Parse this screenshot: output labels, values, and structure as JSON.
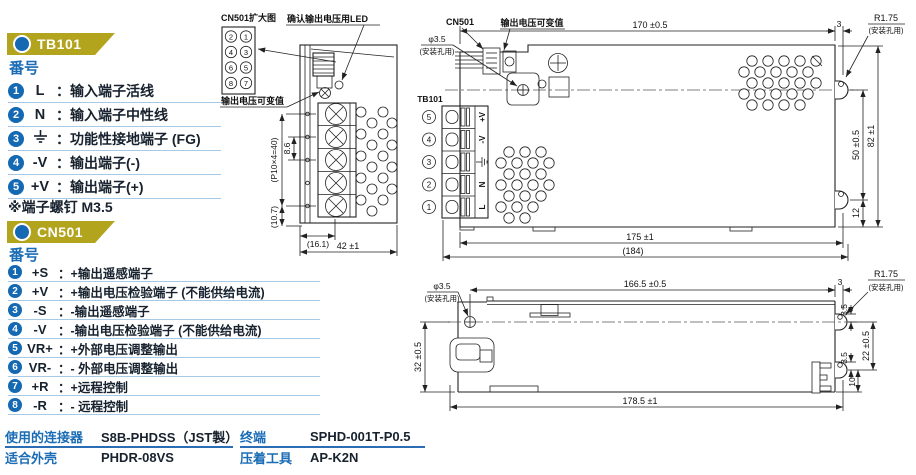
{
  "ui": {
    "colon": "："
  },
  "tb101_section": {
    "header": "TB101",
    "list_title": "番号",
    "items": [
      {
        "num": "1",
        "code": "L",
        "desc": "输入端子活线"
      },
      {
        "num": "2",
        "code": "N",
        "desc": "输入端子中性线"
      },
      {
        "num": "3",
        "code": "",
        "icon": "earth-ground",
        "desc": "功能性接地端子 (FG)"
      },
      {
        "num": "4",
        "code": "-V",
        "desc": "输出端子(-)"
      },
      {
        "num": "5",
        "code": "+V",
        "desc": "输出端子(+)"
      }
    ],
    "note": "※端子螺钉 M3.5"
  },
  "cn501_section": {
    "header": "CN501",
    "list_title": "番号",
    "items": [
      {
        "num": "1",
        "code": "+S",
        "desc": "+输出遥感端子"
      },
      {
        "num": "2",
        "code": "+V",
        "desc": "+输出电压检验端子 (不能供给电流)"
      },
      {
        "num": "3",
        "code": "-S",
        "desc": "-输出遥感端子"
      },
      {
        "num": "4",
        "code": "-V",
        "desc": "-输出电压检验端子 (不能供给电流)"
      },
      {
        "num": "5",
        "code": "VR+",
        "desc": "+外部电压调整输出"
      },
      {
        "num": "6",
        "code": "VR-",
        "desc": "- 外部电压调整输出"
      },
      {
        "num": "7",
        "code": "+R",
        "desc": "+远程控制"
      },
      {
        "num": "8",
        "code": "-R",
        "desc": "- 远程控制"
      }
    ]
  },
  "connector_table": {
    "col1": [
      {
        "label": "使用的连接器",
        "value": "S8B-PHDSS（JST製）"
      },
      {
        "label": "适合外壳",
        "value": "PHDR-08VS"
      }
    ],
    "col2": [
      {
        "label": "终端",
        "value": "SPHD-001T-P0.5"
      },
      {
        "label": "压着工具",
        "value": "AP-K2N"
      }
    ]
  },
  "diagram": {
    "cn501_enlarged_title": "CN501扩大图",
    "cn501_pins": [
      "2",
      "1",
      "4",
      "3",
      "6",
      "5",
      "8",
      "7"
    ],
    "led_label": "确认输出电压用LED",
    "vout_label_side": "输出电压可变值",
    "vout_label_top": "输出电压可变值",
    "cn501_label": "CN501",
    "tb101_label": "TB101",
    "tb101_pin_numbers": [
      "5",
      "4",
      "3",
      "2",
      "1"
    ],
    "terminal_labels": [
      "+V",
      "-V",
      "",
      "N",
      "L"
    ],
    "phi_label": "φ3.5",
    "mount_hole_note": "(安装孔用)",
    "r_label": "R1.75",
    "dims_side": {
      "pitch": "(P10×4=40)",
      "p86": "8.6",
      "p107": "(10.7)",
      "w161": "(16.1)",
      "w42": "42 ±1"
    },
    "dims_top": {
      "w170": "170 ±0.5",
      "d3": "3",
      "h82": "82 ±1",
      "h50": "50 ±0.5",
      "h12": "12",
      "w175": "175 ±1",
      "w184": "(184)"
    },
    "dims_bottom": {
      "w1665": "166.5 ±0.5",
      "d3": "3",
      "h32": "32 ±0.5",
      "d35a": "3.5",
      "h22": "22 ±0.5",
      "d35b": "3.5",
      "h10": "10",
      "w1785": "178.5 ±1"
    }
  },
  "colors": {
    "banner_gold": "#b3a41e",
    "accent_blue": "#1569b3",
    "label_blue": "#1a6cb5",
    "text_dark": "#17222e",
    "separator_blue": "#a6c9e6",
    "line_black": "#222222"
  }
}
